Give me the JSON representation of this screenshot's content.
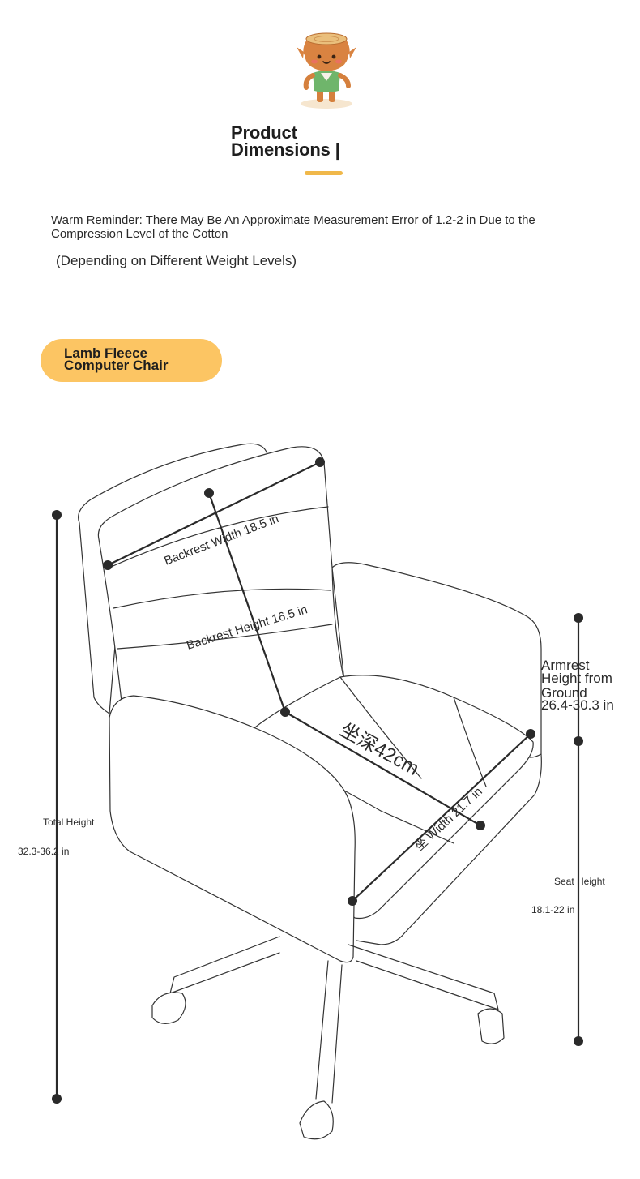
{
  "header": {
    "title_line1": "Product",
    "title_line2": "Dimensions |",
    "accent_color": "#f0b84a"
  },
  "notes": {
    "reminder": "Warm Reminder: There May Be An Approximate Measurement Error of 1.2-2 in Due to the Compression Level of the Cotton",
    "weight_note": "(Depending on Different Weight Levels)"
  },
  "badge": {
    "line1": "Lamb Fleece",
    "line2": "Computer Chair",
    "color": "#fcc563"
  },
  "dimensions": {
    "backrest_width": "Backrest Width 18.5 in",
    "backrest_height": "Backrest Height 16.5 in",
    "seat_depth": "坐深42cm",
    "seat_width": "坐 Width 21.7 in",
    "armrest_line1": "Armrest",
    "armrest_line2": "Height from",
    "armrest_line3": "Ground",
    "armrest_line4": "26.4-30.3 in",
    "total_height_label": "Total Height",
    "total_height_value": "32.3-36.2 in",
    "seat_height_label": "Seat Height",
    "seat_height_value": "18.1-22 in"
  },
  "icons": {
    "mascot": "tree-stump-mascot-icon",
    "chair": "office-chair-illustration"
  }
}
